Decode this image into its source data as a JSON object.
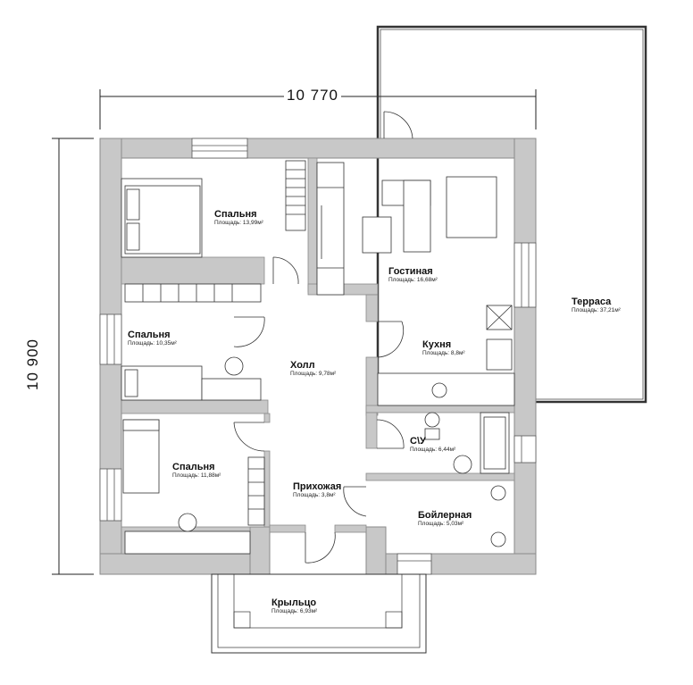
{
  "dimensions": {
    "width_label": "10 770",
    "height_label": "10 900"
  },
  "area_prefix": "Площадь:",
  "rooms": {
    "bedroom1": {
      "name": "Спальня",
      "area": "13,99м²"
    },
    "bedroom2": {
      "name": "Спальня",
      "area": "10,35м²"
    },
    "bedroom3": {
      "name": "Спальня",
      "area": "11,88м²"
    },
    "living": {
      "name": "Гостиная",
      "area": "16,68м²"
    },
    "kitchen": {
      "name": "Кухня",
      "area": "8,8м²"
    },
    "hall": {
      "name": "Холл",
      "area": "9,78м²"
    },
    "entry": {
      "name": "Прихожая",
      "area": "3,8м²"
    },
    "bath": {
      "name": "С\\У",
      "area": "6,44м²"
    },
    "boiler": {
      "name": "Бойлерная",
      "area": "5,03м²"
    },
    "terrace": {
      "name": "Терраса",
      "area": "37,21м²"
    },
    "porch": {
      "name": "Крыльцо",
      "area": "6,93м²"
    }
  },
  "colors": {
    "wall": "#c8c8c8",
    "wall_edge": "#8a8a8a",
    "furniture": "#d6d6d6",
    "line": "#333333"
  }
}
